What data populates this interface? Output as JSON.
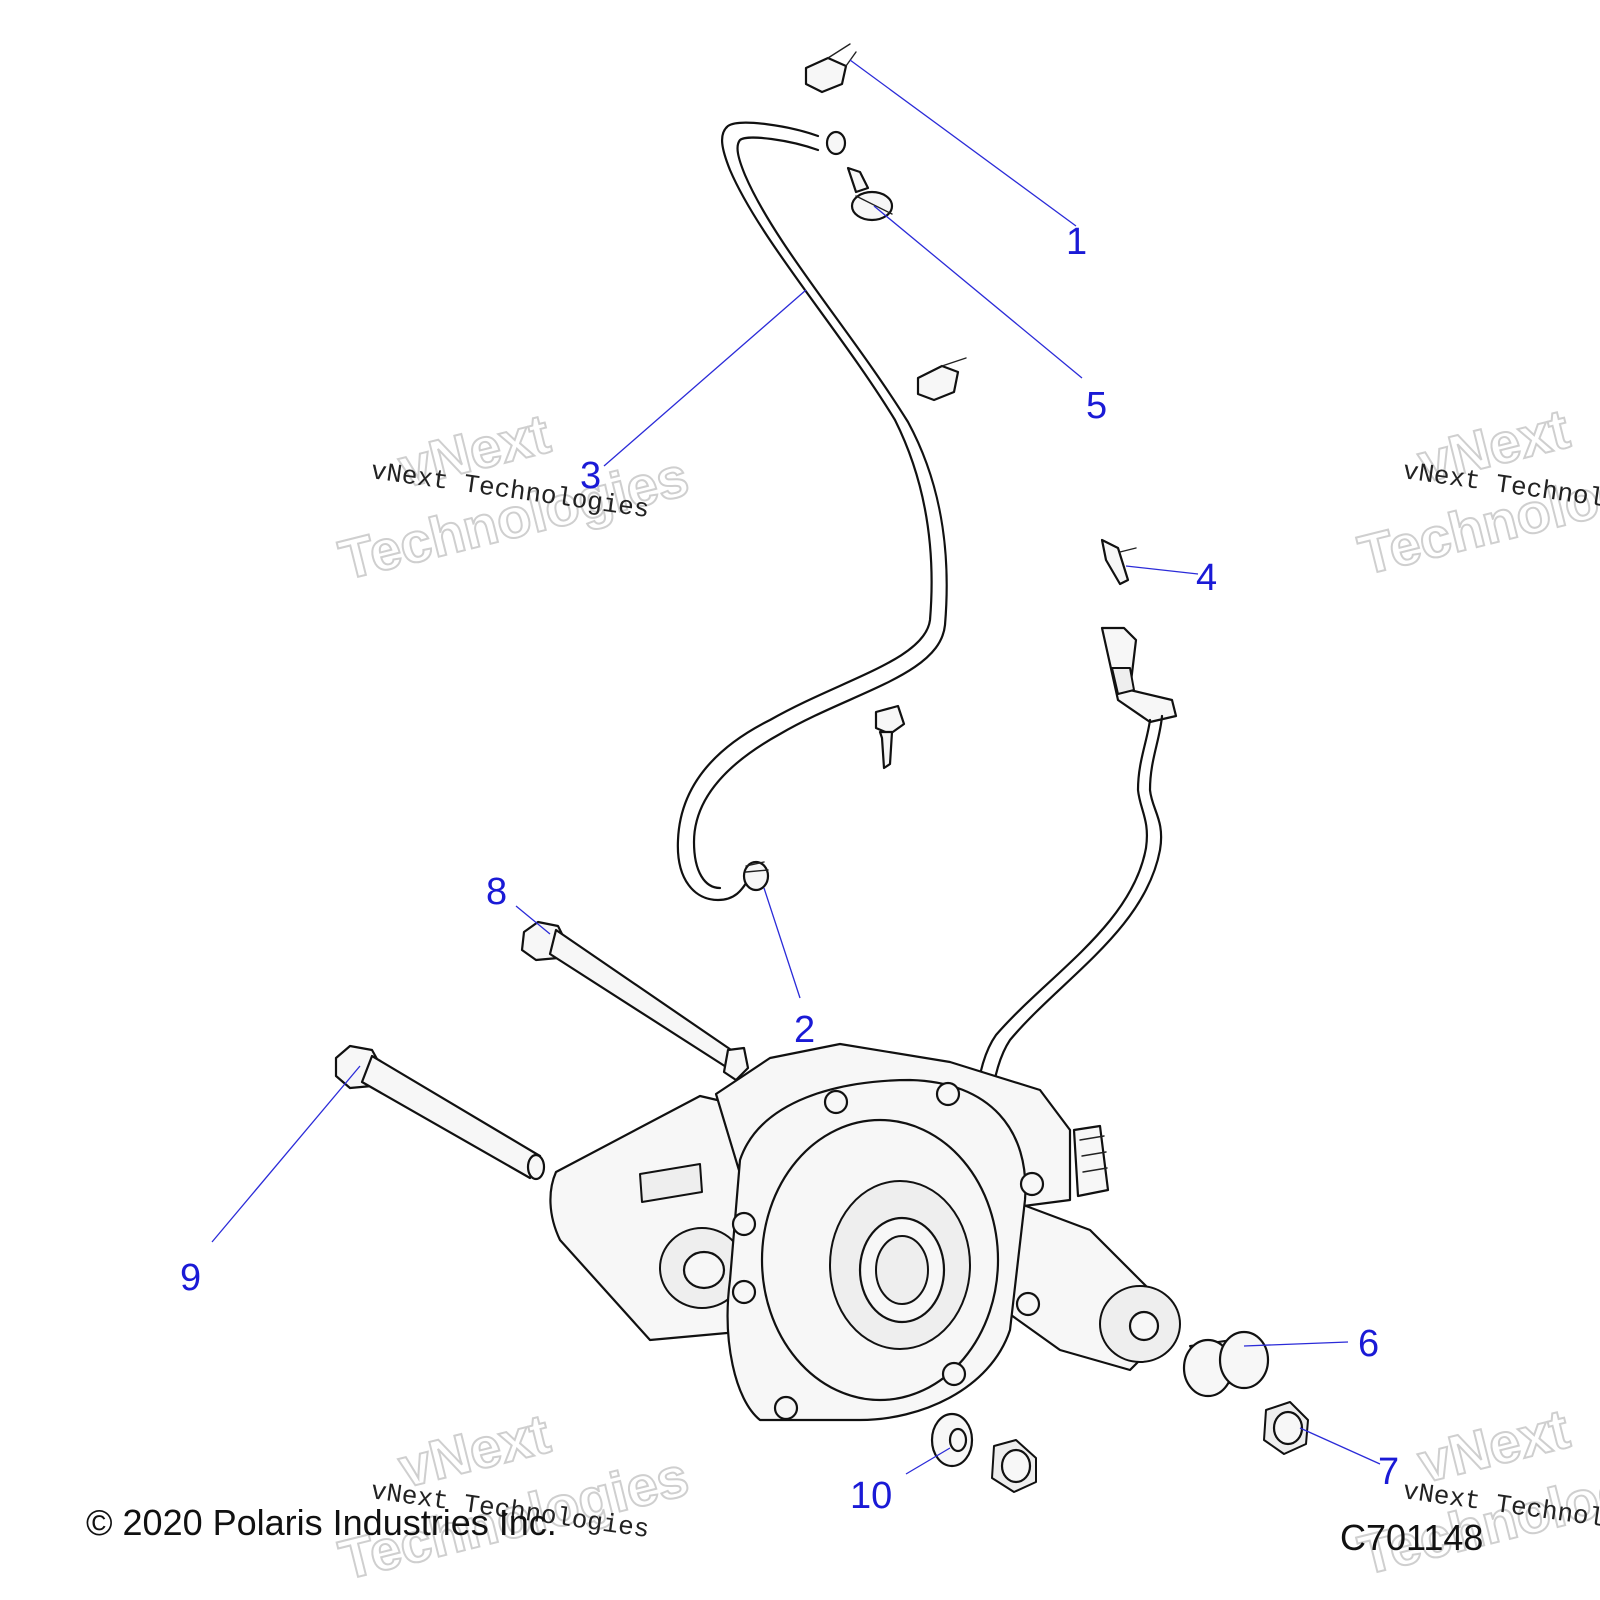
{
  "diagram": {
    "callouts": [
      {
        "id": "c1",
        "label": "1"
      },
      {
        "id": "c2",
        "label": "2"
      },
      {
        "id": "c3",
        "label": "3"
      },
      {
        "id": "c4",
        "label": "4"
      },
      {
        "id": "c5",
        "label": "5"
      },
      {
        "id": "c6",
        "label": "6"
      },
      {
        "id": "c7",
        "label": "7"
      },
      {
        "id": "c8",
        "label": "8"
      },
      {
        "id": "c9",
        "label": "9"
      },
      {
        "id": "c10",
        "label": "10"
      }
    ],
    "copyright": "© 2020 Polaris Industries Inc.",
    "figure_code": "C701148",
    "watermark_small": "vNext Technologies",
    "watermark_big_line1": "vNext",
    "watermark_big_line2": "Technologies",
    "callout_color": "#1a1ad6"
  }
}
